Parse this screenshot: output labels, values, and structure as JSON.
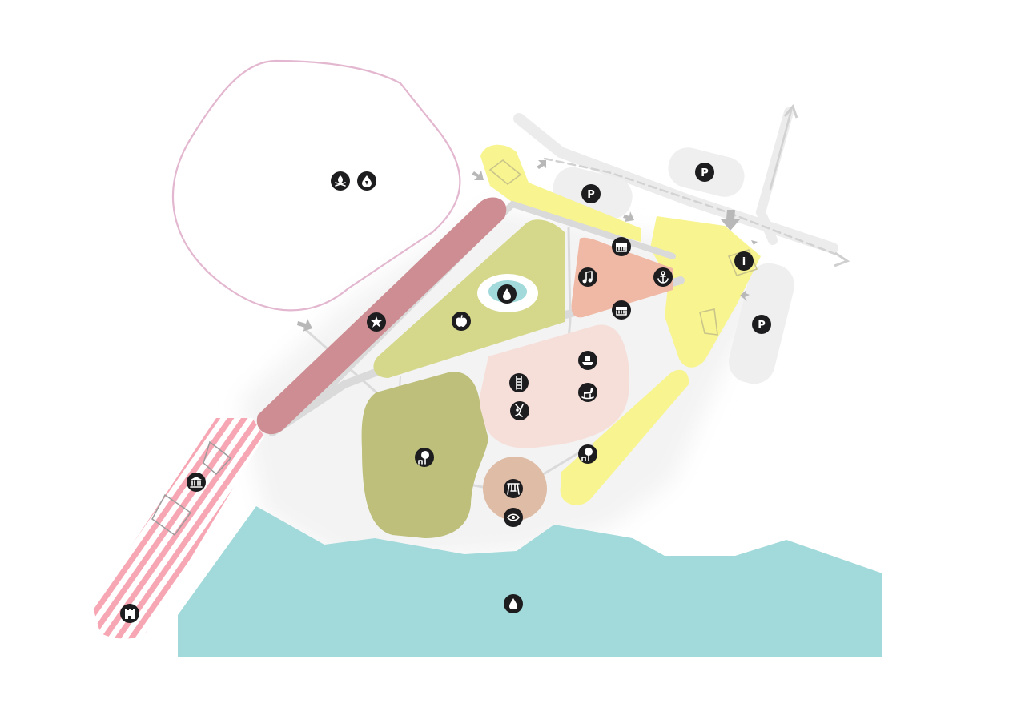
{
  "map": {
    "colors": {
      "water": "#a2d9da",
      "beach_stripe": "#f7a6b3",
      "promenade": "#cd8d92",
      "meadow": "#d5d88a",
      "forest": "#bdbf7b",
      "festival": "#f0b9a6",
      "playground": "#f6ded9",
      "swing_area": "#dfbca6",
      "access_zone": "#f8f48f",
      "parking": "#efefef",
      "camp_outline": "#e3b7cf",
      "path": "#dadada",
      "marker": "#1d1d1f"
    },
    "markers": {
      "parking_1": {
        "label": "P",
        "icon": "parking-icon"
      },
      "parking_2": {
        "label": "P",
        "icon": "parking-icon"
      },
      "parking_3": {
        "label": "P",
        "icon": "parking-icon"
      },
      "info": {
        "label": "i",
        "icon": "info-icon"
      },
      "campfire": {
        "icon": "campfire-icon"
      },
      "drinking_water": {
        "icon": "water-drop-icon"
      },
      "star": {
        "icon": "star-icon"
      },
      "pond": {
        "icon": "water-drop-icon"
      },
      "orchard": {
        "icon": "apple-icon"
      },
      "music": {
        "icon": "music-note-icon"
      },
      "anchor": {
        "icon": "anchor-icon"
      },
      "kiosk_1": {
        "icon": "kiosk-icon"
      },
      "kiosk_2": {
        "icon": "kiosk-icon"
      },
      "boat_play": {
        "icon": "ship-icon"
      },
      "climbing": {
        "icon": "ladder-icon"
      },
      "zipline": {
        "icon": "zipline-icon"
      },
      "rocking_horse": {
        "icon": "rocking-horse-icon"
      },
      "picnic_forest": {
        "icon": "tree-bench-icon"
      },
      "picnic_lane": {
        "icon": "tree-bench-icon"
      },
      "swing": {
        "icon": "swing-icon"
      },
      "lookout": {
        "icon": "eye-icon"
      },
      "museum": {
        "icon": "museum-icon"
      },
      "castle": {
        "icon": "castle-icon"
      },
      "lake": {
        "icon": "water-drop-icon"
      }
    }
  }
}
